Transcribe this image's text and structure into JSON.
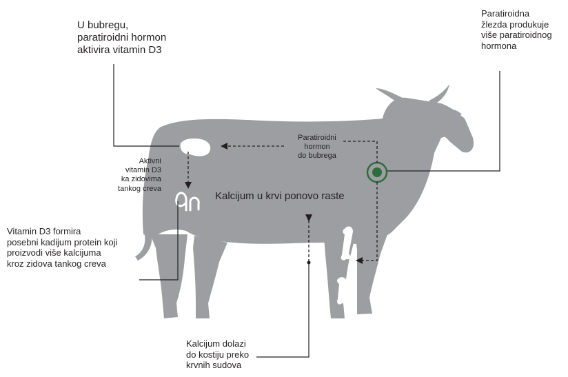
{
  "labels": {
    "kidney_activates": "U bubregu,\nparatiroidni hormon\naktivira vitamin D3",
    "gland_produces": "Paratiroidna\nžlezda produkuje\nviše paratiroidnog\nhormona",
    "hormone_to_kidney": "Paratiroidni\nhormon\ndo bubrega",
    "active_vitamin": "Aktivni\nvitamin D3\nka zidovima\ntankog creva",
    "calcium_rises": "Kalcijum u krvi ponovo raste",
    "vitamin_forms_protein": "Vitamin D3 formira\nposebni kadijum protein koji\nproizvodi više kalcijuma\nkroz zidova tankog creva",
    "calcium_to_bones": "Kalcijum dolazi\ndo kostiju preko\nkrvnih sudova"
  },
  "colors": {
    "cow": "#9d9ea1",
    "organ": "#ffffff",
    "gland": "#2e6b3d",
    "line": "#231f20"
  },
  "icons": {
    "kidney": "kidney-icon",
    "intestine": "intestine-icon",
    "gland": "gland-target-icon",
    "bone": "bone-icon"
  }
}
